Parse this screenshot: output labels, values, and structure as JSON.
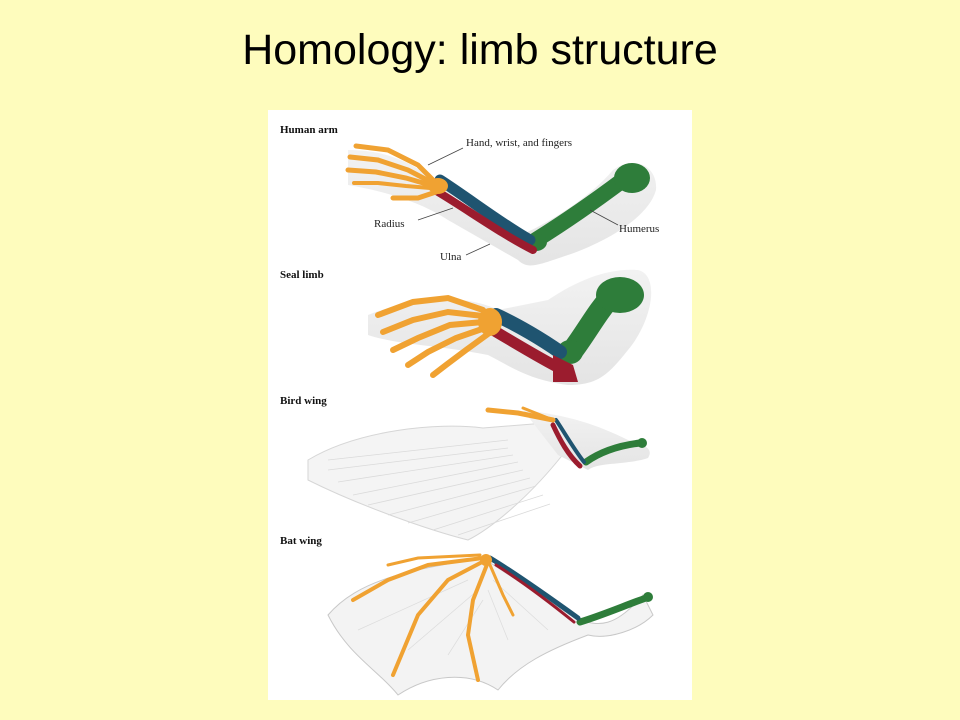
{
  "slide": {
    "title": "Homology: limb structure"
  },
  "figure": {
    "panels": [
      {
        "label": "Human arm"
      },
      {
        "label": "Seal limb"
      },
      {
        "label": "Bird wing"
      },
      {
        "label": "Bat wing"
      }
    ],
    "callouts": {
      "hand": "Hand, wrist, and fingers",
      "radius": "Radius",
      "ulna": "Ulna",
      "humerus": "Humerus"
    }
  },
  "colors": {
    "background": "#fefcbd",
    "humerus": "#2e7d3a",
    "radius": "#1f5470",
    "ulna": "#9b1c2e",
    "hand": "#f0a232"
  }
}
